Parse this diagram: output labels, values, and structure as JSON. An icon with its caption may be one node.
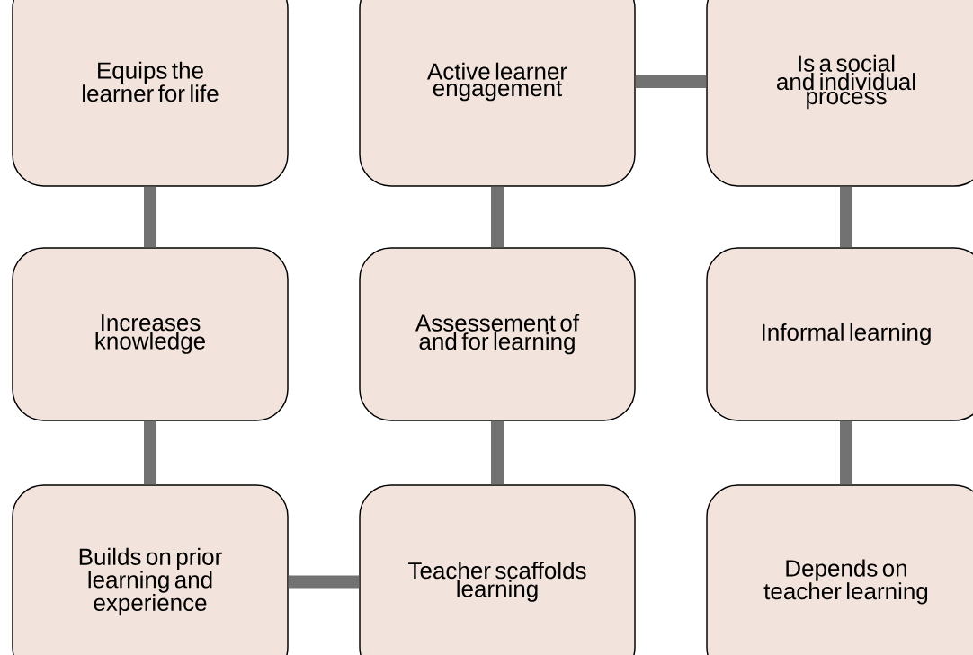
{
  "diagram": {
    "nodes": [
      {
        "text": [
          "Equips the learner for life"
        ]
      },
      {
        "text": [
          "Active learner engagement"
        ]
      },
      {
        "text": [
          "Is a social and individual process"
        ]
      },
      {
        "text": [
          "Increases knowledge"
        ]
      },
      {
        "text": [
          "Assessement of and for learning"
        ]
      },
      {
        "text": [
          "Informal learning"
        ]
      },
      {
        "text": [
          "Builds on prior learning and experience"
        ]
      },
      {
        "text": [
          "Teacher scaffolds learning"
        ]
      },
      {
        "text": [
          "Depends on teacher learning"
        ]
      }
    ],
    "edges": [
      {
        "from": 0,
        "to": 3,
        "arrow": "none"
      },
      {
        "from": 3,
        "to": 6,
        "arrow": "none"
      },
      {
        "from": 6,
        "to": 7,
        "arrow": "none"
      },
      {
        "from": 7,
        "to": 4,
        "arrow": "none"
      },
      {
        "from": 4,
        "to": 1,
        "arrow": "none"
      },
      {
        "from": 1,
        "to": 2,
        "arrow": "none"
      },
      {
        "from": 2,
        "to": 5,
        "arrow": "none"
      },
      {
        "from": 5,
        "to": 8,
        "arrow": "none"
      }
    ]
  }
}
